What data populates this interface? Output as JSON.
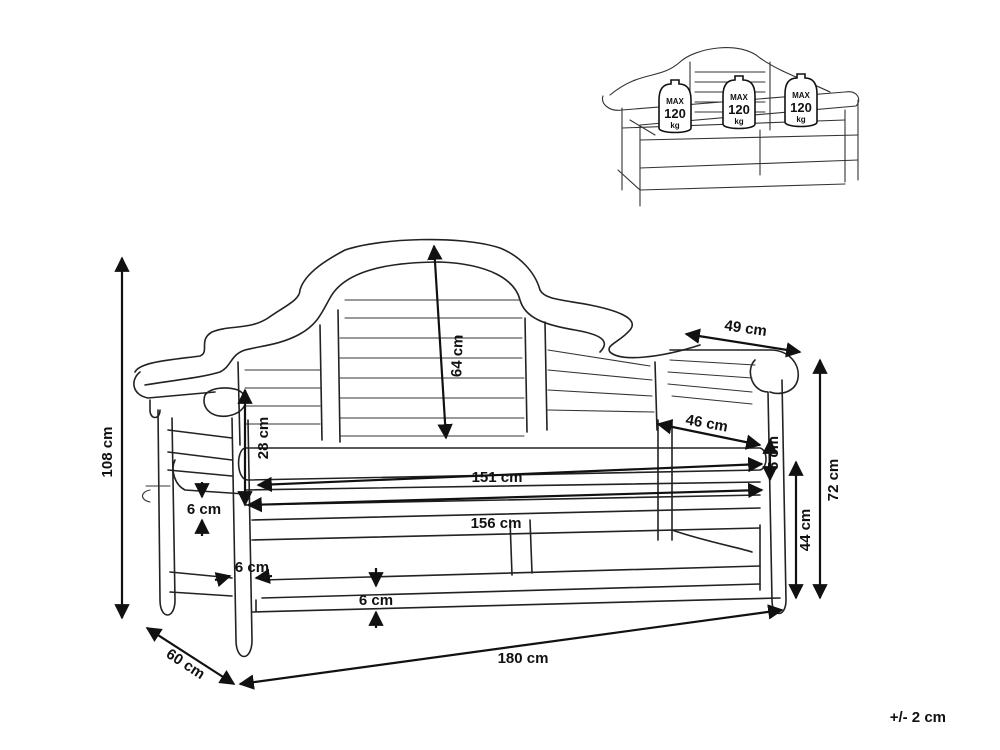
{
  "weights": {
    "max_label": "MAX",
    "value": "120",
    "unit": "kg"
  },
  "dimensions": {
    "total_height": "108 cm",
    "backrest_height": "64 cm",
    "armrest_depth": "49 cm",
    "seat_depth": "46 cm",
    "backrest_lower": "28 cm",
    "cushion_thickness": "5 cm",
    "cushion_width": "151 cm",
    "seat_width": "156 cm",
    "armrest_height": "72 cm",
    "seat_height": "44 cm",
    "side_leg": "6 cm",
    "front_stretcher_side": "6 cm",
    "front_stretcher": "6 cm",
    "total_depth": "60 cm",
    "total_width": "180 cm"
  },
  "tolerance": "+/- 2 cm"
}
